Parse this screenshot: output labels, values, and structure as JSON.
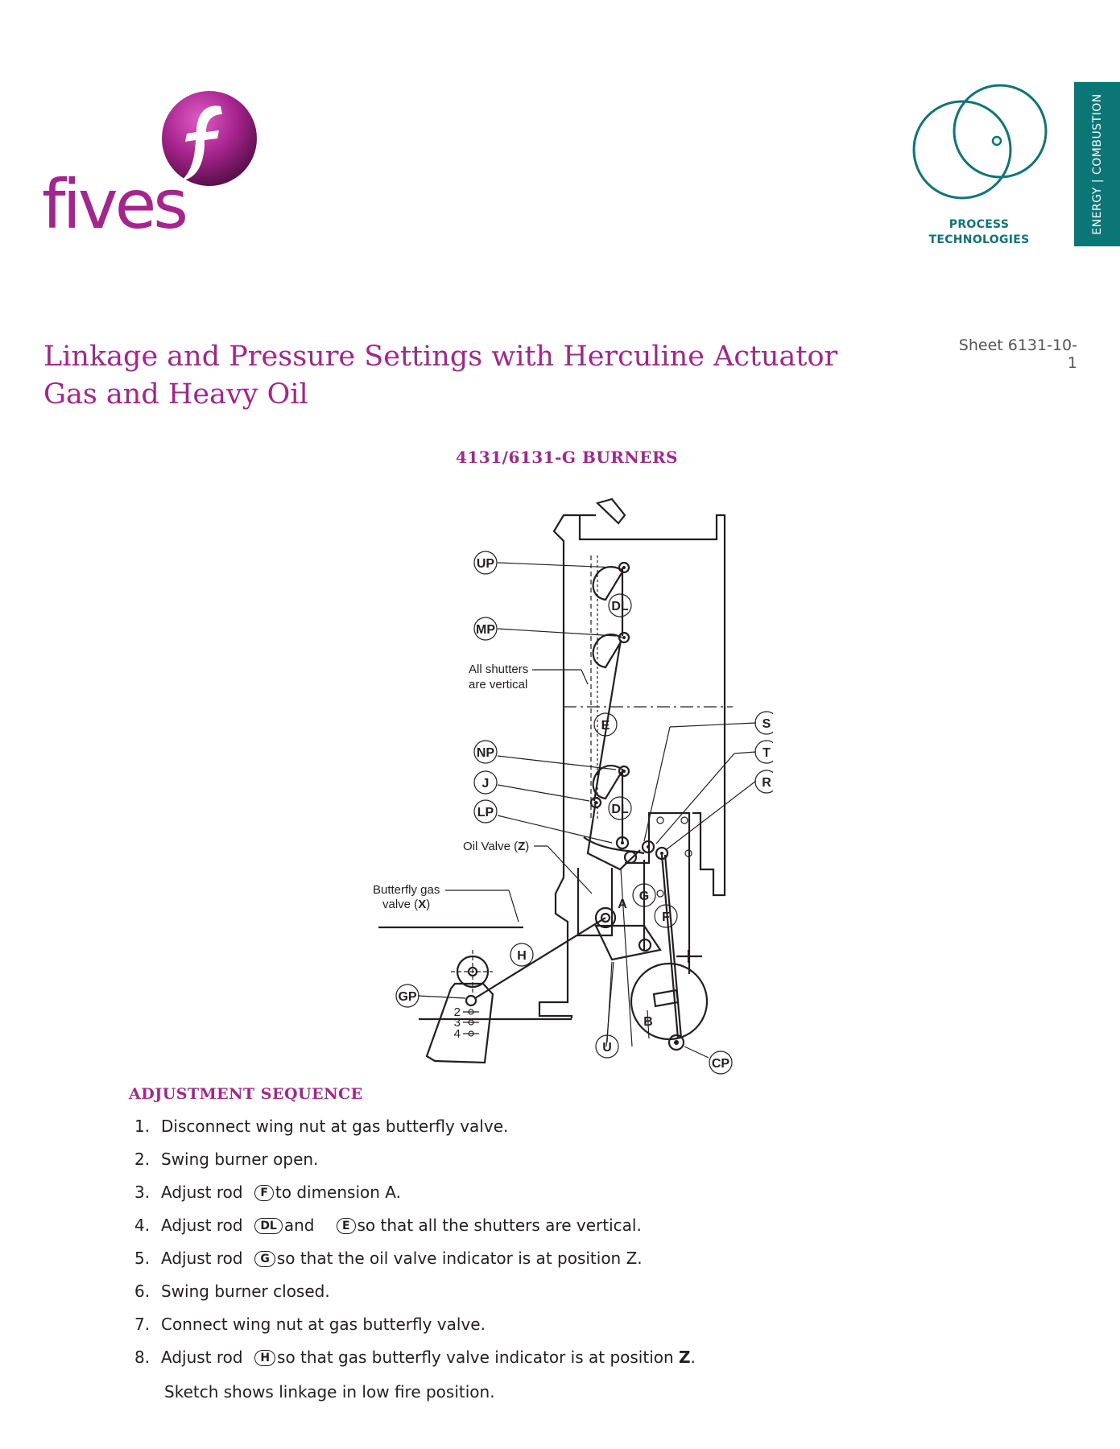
{
  "brand": {
    "wordmark": "fives",
    "monogram": "f"
  },
  "division": {
    "line1": "PROCESS",
    "line2": "TECHNOLOGIES",
    "tab": "ENERGY | COMBUSTION"
  },
  "sheet": "Sheet 6131-10-1",
  "title": {
    "line1": "Linkage and Pressure Settings with Herculine Actuator",
    "line2": "Gas and Heavy Oil"
  },
  "figure": {
    "heading": "4131/6131-G BURNERS",
    "labels": {
      "UP": "UP",
      "DL_top": "DL",
      "MP": "MP",
      "E": "E",
      "NP": "NP",
      "J": "J",
      "DL_mid": "DL",
      "LP": "LP",
      "S": "S",
      "T": "T",
      "R": "R",
      "G": "G",
      "A": "A",
      "F": "F",
      "H": "H",
      "GP": "GP",
      "U": "U",
      "B": "B",
      "CP": "CP",
      "pos2": "2",
      "pos3": "3",
      "pos4": "4"
    },
    "text": {
      "shutters_1": "All shutters",
      "shutters_2": "are vertical",
      "oil_valve_prefix": "Oil Valve (",
      "oil_valve_letter": "Z",
      "oil_valve_suffix": ")",
      "butterfly_1": "Butterfly gas",
      "butterfly_2_prefix": "valve (",
      "butterfly_2_letter": "X",
      "butterfly_2_suffix": ")"
    }
  },
  "adjustment": {
    "heading": "ADJUSTMENT SEQUENCE",
    "steps": [
      {
        "num": "1.",
        "text": "Disconnect wing nut at gas butterfly valve."
      },
      {
        "num": "2.",
        "pre": "Swing burner open."
      },
      {
        "num": "3.",
        "pre": "Adjust rod",
        "rod": "F",
        "post": "to dimension A."
      },
      {
        "num": "4.",
        "pre": "Adjust rod",
        "rod": "DL",
        "mid": "and",
        "rod2": "E",
        "post": "so that all the shutters are vertical."
      },
      {
        "num": "5.",
        "pre": "Adjust rod",
        "rod": "G",
        "post": "so that the oil valve indicator is at position Z."
      },
      {
        "num": "6.",
        "pre": "Swing burner closed."
      },
      {
        "num": "7.",
        "pre": "Connect wing nut at gas butterfly valve."
      },
      {
        "num": "8.",
        "pre": "Adjust rod",
        "rod": "H",
        "post": "so that gas butterfly valve indicator is at position",
        "post_bold": "Z",
        "post_end": "."
      }
    ],
    "note": "Sketch shows linkage in low fire position."
  },
  "colors": {
    "brand_magenta": "#a6248e",
    "teal": "#0c7575",
    "text": "#231f20"
  }
}
